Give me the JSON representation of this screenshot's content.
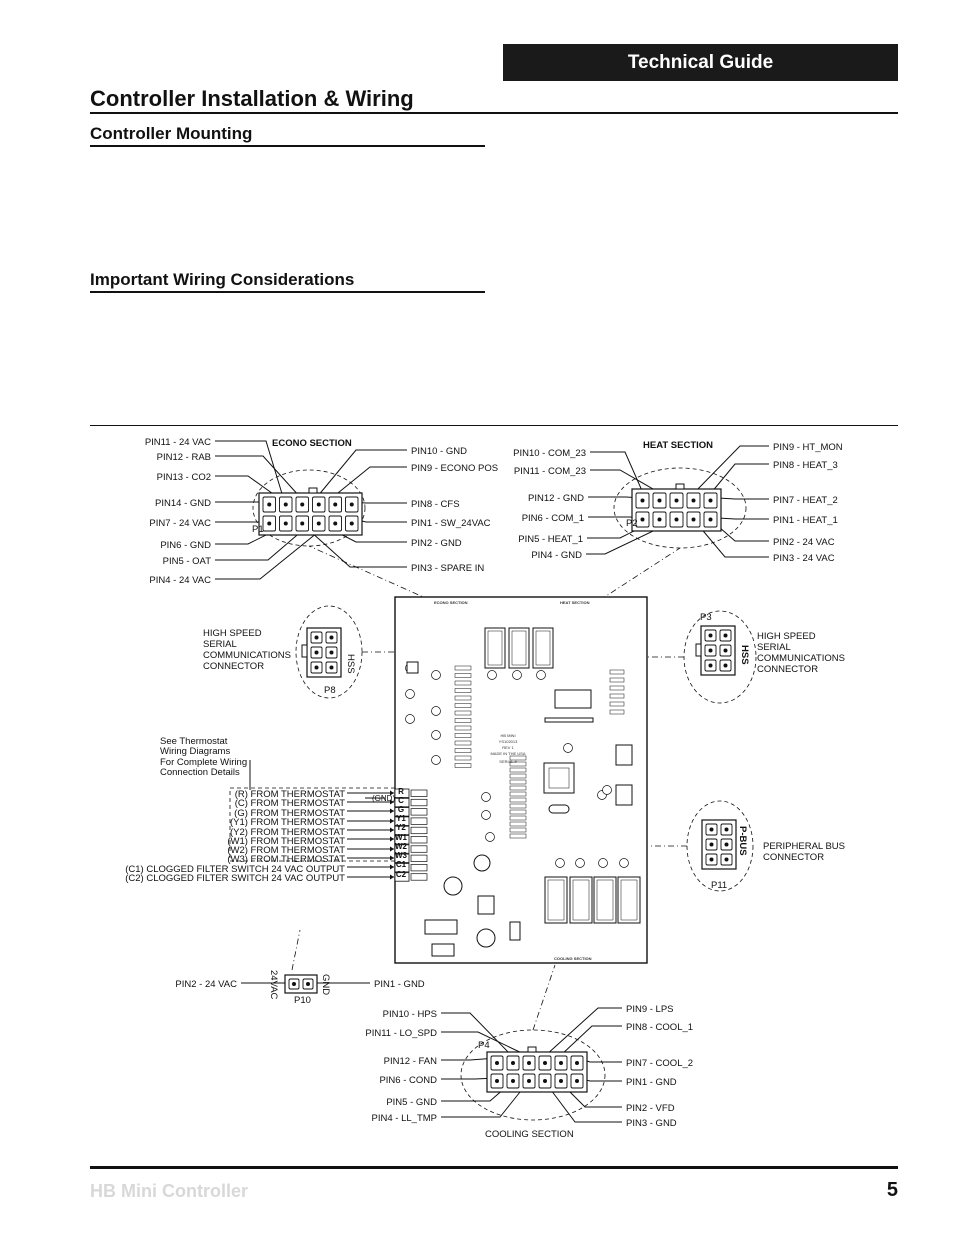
{
  "header": {
    "banner": "Technical Guide",
    "title": "Controller Installation & Wiring"
  },
  "sections": {
    "mounting": "Controller Mounting",
    "wiring": "Important Wiring Considerations"
  },
  "footer": {
    "product": "HB Mini Controller",
    "page": "5"
  },
  "diagram": {
    "econo": {
      "title": "ECONO SECTION",
      "connector": "P1",
      "left": [
        "PIN11 - 24 VAC",
        "PIN12 - RAB",
        "PIN13 - CO2",
        "PIN14 - GND",
        "PIN7 - 24 VAC",
        "PIN6 - GND",
        "PIN5 - OAT",
        "PIN4 - 24 VAC"
      ],
      "right": [
        "PIN10 - GND",
        "PIN9 - ECONO POS",
        "PIN8 - CFS",
        "PIN1 - SW_24VAC",
        "PIN2 - GND",
        "PIN3 - SPARE IN"
      ]
    },
    "heat": {
      "title": "HEAT SECTION",
      "connector": "P2",
      "left": [
        "PIN10 - COM_23",
        "PIN11 - COM_23",
        "PIN12 - GND",
        "PIN6 - COM_1",
        "PIN5 - HEAT_1",
        "PIN4 - GND"
      ],
      "right": [
        "PIN9 - HT_MON",
        "PIN8 - HEAT_3",
        "PIN7 - HEAT_2",
        "PIN1 - HEAT_1",
        "PIN2 - 24 VAC",
        "PIN3 - 24 VAC"
      ]
    },
    "hss_left": {
      "lines": [
        "HIGH SPEED",
        "SERIAL",
        "COMMUNICATIONS",
        "CONNECTOR"
      ],
      "tag": "HSS",
      "connector": "P8"
    },
    "hss_right": {
      "lines": [
        "HIGH SPEED",
        "SERIAL",
        "COMMUNICATIONS",
        "CONNECTOR"
      ],
      "tag": "HSS",
      "connector": "P3"
    },
    "pbus": {
      "lines": [
        "PERIPHERAL BUS",
        "CONNECTOR"
      ],
      "tag": "P-BUS",
      "connector": "P11"
    },
    "note": [
      "See Thermostat",
      "Wiring Diagrams",
      "For Complete Wiring",
      "Connection Details"
    ],
    "thermostat": {
      "terminals": [
        "R",
        "C",
        "G",
        "Y1",
        "Y2",
        "W1",
        "W2",
        "W3",
        "C1",
        "C2"
      ],
      "labels": [
        "(R) FROM THERMOSTAT",
        "(C) FROM THERMOSTAT",
        "(G) FROM THERMOSTAT",
        "(Y1) FROM THERMOSTAT",
        "(Y2) FROM THERMOSTAT",
        "(W1) FROM THERMOSTAT",
        "(W2) FROM THERMOSTAT",
        "(W3) FROM THERMOSTAT",
        "(C1) CLOGGED FILTER SWITCH 24 VAC OUTPUT",
        "(C2) CLOGGED FILTER SWITCH 24 VAC OUTPUT"
      ],
      "gnd_tag": "(GND)"
    },
    "power": {
      "left": "PIN2 - 24 VAC",
      "right": "PIN1 - GND",
      "tag_left": "24VAC",
      "tag_right": "GND",
      "connector": "P10"
    },
    "cooling": {
      "title": "COOLING SECTION",
      "connector": "P4",
      "left": [
        "PIN10 - HPS",
        "PIN11 - LO_SPD",
        "PIN12 - FAN",
        "PIN6 - COND",
        "PIN5 - GND",
        "PIN4 - LL_TMP"
      ],
      "right": [
        "PIN9 - LPS",
        "PIN8 - COOL_1",
        "PIN7 - COOL_2",
        "PIN1 - GND",
        "PIN2 - VFD",
        "PIN3 - GND"
      ]
    },
    "board": {
      "econo": "ECONO SECTION",
      "heat": "HEAT SECTION",
      "cooling": "COOLING SECTION",
      "model": [
        "HB MINI",
        "YS102013",
        "REV 1",
        "MADE IN THE USA",
        "SERIAL #"
      ]
    }
  }
}
